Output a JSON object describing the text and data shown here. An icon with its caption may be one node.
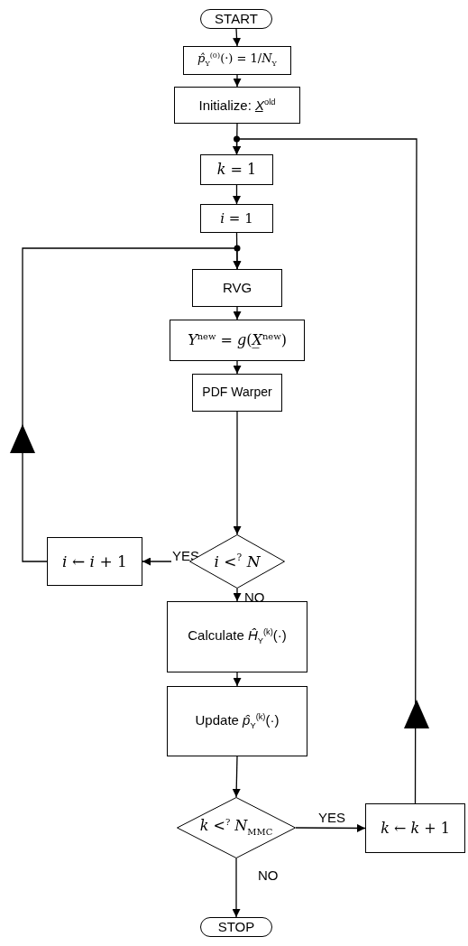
{
  "diagram": {
    "nodes": [
      {
        "text": [
          "START"
        ]
      },
      {
        "text": [
          "*p̂*$_{Y}$$^{(0)}$(·) = 1/*N*$_{Y}$"
        ]
      },
      {
        "text": [
          "Initialize: *X̲*$^{old}$"
        ]
      },
      {
        "text": [
          "*k* = 1"
        ]
      },
      {
        "text": [
          "*i* = 1"
        ]
      },
      {
        "text": [
          "RVG"
        ]
      },
      {
        "text": [
          "*Y*$^{new}$ = *g*(*X̲*$^{new}$)"
        ]
      },
      {
        "text": [
          "PDF Warper"
        ]
      },
      {
        "text": [
          "*i* <$^{?}$ *N*"
        ]
      },
      {
        "text": [
          "*i* ← *i* + 1"
        ]
      },
      {
        "text": [
          "Calculate *Ĥ*$_{Y}$$^{(k)}$(·)"
        ]
      },
      {
        "text": [
          "Update *p̂*$_{Y}$$^{(k)}$(·)"
        ]
      },
      {
        "text": [
          "*k* <$^{?}$ *N*$_{MMC}$"
        ]
      },
      {
        "text": [
          "*k* ← *k* + 1"
        ]
      },
      {
        "text": [
          "STOP"
        ]
      }
    ],
    "edges": [
      {
        "from": 0,
        "to": 1,
        "arrow": "to"
      },
      {
        "from": 1,
        "to": 2,
        "arrow": "to"
      },
      {
        "from": 2,
        "to": 3,
        "arrow": "to"
      },
      {
        "from": 3,
        "to": 4,
        "arrow": "to"
      },
      {
        "from": 4,
        "to": 5,
        "arrow": "to"
      },
      {
        "from": 5,
        "to": 6,
        "arrow": "to"
      },
      {
        "from": 6,
        "to": 7,
        "arrow": "to"
      },
      {
        "from": 7,
        "to": 8,
        "arrow": "to"
      },
      {
        "from": 8,
        "to": 9,
        "arrow": "to",
        "label": "YES"
      },
      {
        "from": 9,
        "to": 5,
        "arrow": "to"
      },
      {
        "from": 8,
        "to": 10,
        "arrow": "to",
        "label": "NO"
      },
      {
        "from": 10,
        "to": 11,
        "arrow": "to"
      },
      {
        "from": 11,
        "to": 12,
        "arrow": "to"
      },
      {
        "from": 12,
        "to": 13,
        "arrow": "to",
        "label": "YES"
      },
      {
        "from": 13,
        "to": 3,
        "arrow": "to"
      },
      {
        "from": 12,
        "to": 14,
        "arrow": "to",
        "label": "NO"
      }
    ]
  }
}
